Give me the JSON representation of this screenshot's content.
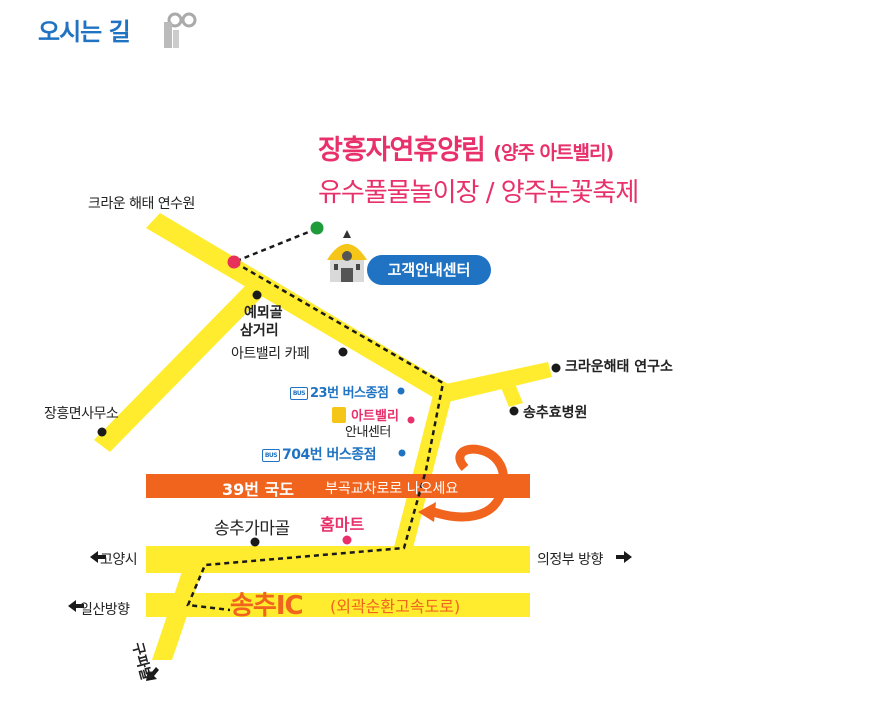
{
  "page_title": "오시는 길",
  "destination": {
    "name": "장흥자연휴양림",
    "name_sub": "(양주 아트밸리)",
    "subtitle": "유수풀물놀이장 / 양주눈꽃축제"
  },
  "info_center_label": "고객안내센터",
  "labels": {
    "crown_haitai_training": "크라운 해태 연수원",
    "yeoeogol_1": "예뫼골",
    "yeoeogol_2": "삼거리",
    "artvalley_cafe": "아트밸리 카페",
    "crown_haitai_lab": "크라운해태 연구소",
    "songchu_hospital": "송추효병원",
    "jangheung_office": "장흥면사무소",
    "bus23": "23번 버스종점",
    "artvalley_logo": "아트밸리",
    "artvalley_info": "안내센터",
    "bus704": "704번 버스종점",
    "songchu_village": "송추가마골",
    "homemart": "홈마트",
    "goyang": "고양시",
    "ilsan": "일산방향",
    "uijeongbu": "의정부 방향",
    "gupabal": "구파발"
  },
  "roads": {
    "route39": "39번 국도",
    "route39_note": "부곡교차로로 나오세요",
    "ic": "송추IC",
    "ic_sub": "(외곽순환고속도로)"
  },
  "colors": {
    "road_yellow": "#ffec2e",
    "road_orange": "#f0641e",
    "accent_pink": "#e8316b",
    "accent_blue": "#1f73c2",
    "start_marker": "#e8315a",
    "end_marker": "#1f9b3a"
  }
}
